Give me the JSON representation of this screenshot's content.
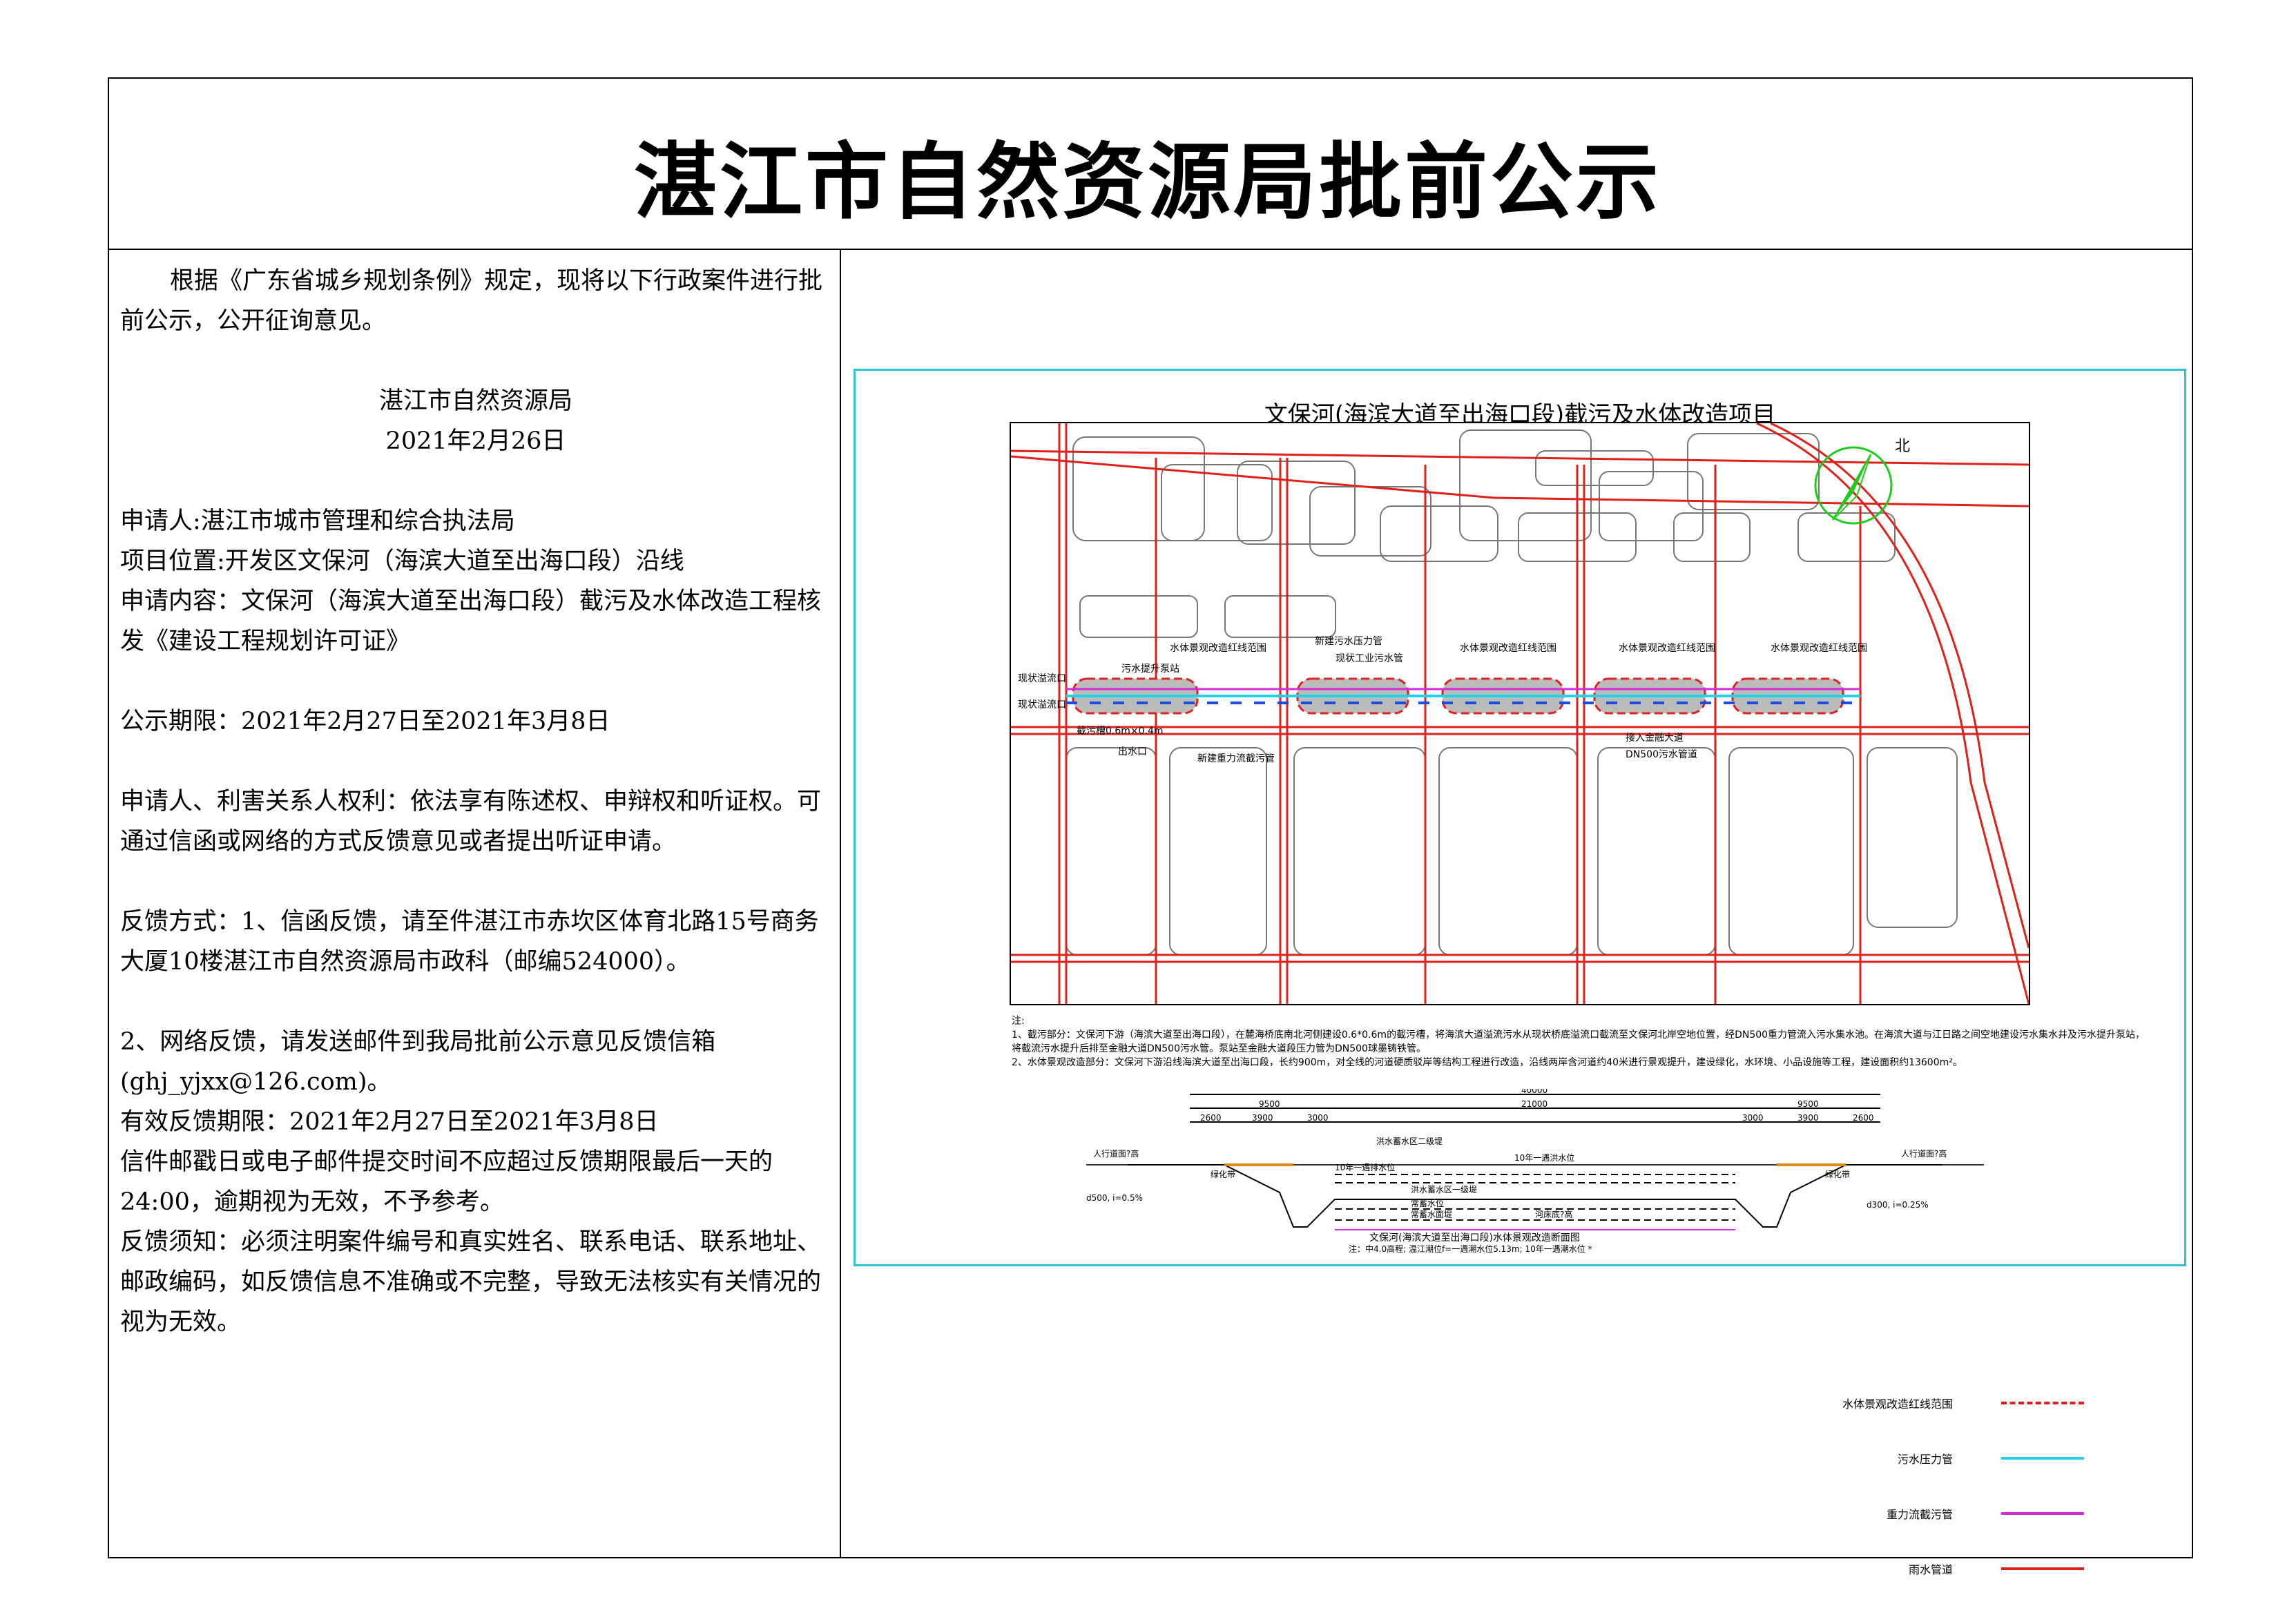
{
  "title": "湛江市自然资源局批前公示",
  "notice": {
    "intro": "根据《广东省城乡规划条例》规定，现将以下行政案件进行批前公示，公开征询意见。",
    "issuer": "湛江市自然资源局",
    "date": "2021年2月26日",
    "applicant": "申请人:湛江市城市管理和综合执法局",
    "location": "项目位置:开发区文保河（海滨大道至出海口段）沿线",
    "content": "申请内容：文保河（海滨大道至出海口段）截污及水体改造工程核发《建设工程规划许可证》",
    "period": "公示期限：2021年2月27日至2021年3月8日",
    "rights": "申请人、利害关系人权利：依法享有陈述权、申辩权和听证权。可通过信函或网络的方式反馈意见或者提出听证申请。",
    "feedback1": "反馈方式：1、信函反馈，请至件湛江市赤坎区体育北路15号商务大厦10楼湛江市自然资源局市政科（邮编524000）。",
    "feedback2": "2、网络反馈，请发送邮件到我局批前公示意见反馈信箱(ghj_yjxx@126.com)。",
    "valid_period": "有效反馈期限：2021年2月27日至2021年3月8日",
    "deadline_note": "信件邮戳日或电子邮件提交时间不应超过反馈期限最后一天的24:00，逾期视为无效，不予参考。",
    "requirement": "反馈须知：必须注明案件编号和真实姓名、联系电话、联系地址、邮政编码，如反馈信息不准确或不完整，导致无法核实有关情况的视为无效。"
  },
  "drawing": {
    "title": "文保河(海滨大道至出海口段)截污及水体改造项目",
    "north": "北",
    "map_labels": {
      "l1": "水体景观改造红线范围",
      "l2": "新建污水压力管",
      "l3": "现状工业污水管",
      "l4": "水体景观改造红线范围",
      "l5": "水体景观改造红线范围",
      "l6": "水体景观改造红线范围",
      "l7": "污水提升泵站",
      "l8": "现状溢流口",
      "l9": "现状溢流口",
      "l10": "截污槽0.6m×0.4m",
      "l11": "新建重力流截污管",
      "l12": "接入金融大道",
      "l13": "DN500污水管道",
      "l14": "出水口"
    },
    "notes": [
      "注:",
      "1、截污部分：文保河下游（海滨大道至出海口段），在麓海桥底南北河侧建设0.6*0.6m的截污槽，将海滨大道溢流污水从现状桥底溢流口截流至文保河北岸空地位置，经DN500重力管流入污水集水池。在海滨大道与江日路之间空地建设污水集水井及污水提升泵站，将截流污水提升后排至金融大道DN500污水管。泵站至金融大道段压力管为DN500球墨铸铁管。",
      "2、水体景观改造部分：文保河下游沿线海滨大道至出海口段，长约900m，对全线的河道硬质驳岸等结构工程进行改造，沿线两岸含河道约40米进行景观提升，建设绿化，水环境、小品设施等工程，建设面积约13600m²。"
    ],
    "xsec": {
      "total": "40000",
      "mid": "21000",
      "side_l": "9500",
      "side_r": "9500",
      "d1": "2600",
      "d2": "3900",
      "d3": "3000",
      "d4": "3000",
      "d5": "3900",
      "d6": "2600",
      "walk_l": "人行道面?高",
      "walk_r": "人行道面?高",
      "green_l": "绿化带",
      "green_r": "绿化带",
      "lvl1": "洪水蓄水区二级堤",
      "lvl2": "10年一遇排水位",
      "lvl3": "10年一遇洪水位",
      "lvl4": "洪水蓄水区一级堤",
      "lvl5": "常蓄水位",
      "lvl6": "常蓄水面堤",
      "lvl7": "河床底?高",
      "pipe_l": "d500, i=0.5%",
      "pipe_r": "d300, i=0.25%",
      "caption": "文保河(海滨大道至出海口段)水体景观改造断面图",
      "caption_note": "注：中4.0高程; 温江潮位f=一遇潮水位5.13m; 10年一遇潮水位 *"
    }
  },
  "legend": [
    {
      "label": "水体景观改造红线范围",
      "color": "#e0201a",
      "style": "dashed"
    },
    {
      "label": "污水压力管",
      "color": "#22d3e6",
      "style": "solid"
    },
    {
      "label": "重力流截污管",
      "color": "#d62ad6",
      "style": "solid"
    },
    {
      "label": "雨水管道",
      "color": "#e0201a",
      "style": "solid"
    }
  ],
  "colors": {
    "road": "#e0201a",
    "pressure_pipe": "#22d3e6",
    "gravity_pipe": "#d62ad6",
    "drawing_border": "#2ec4d6",
    "north": "#1ecc1e"
  }
}
